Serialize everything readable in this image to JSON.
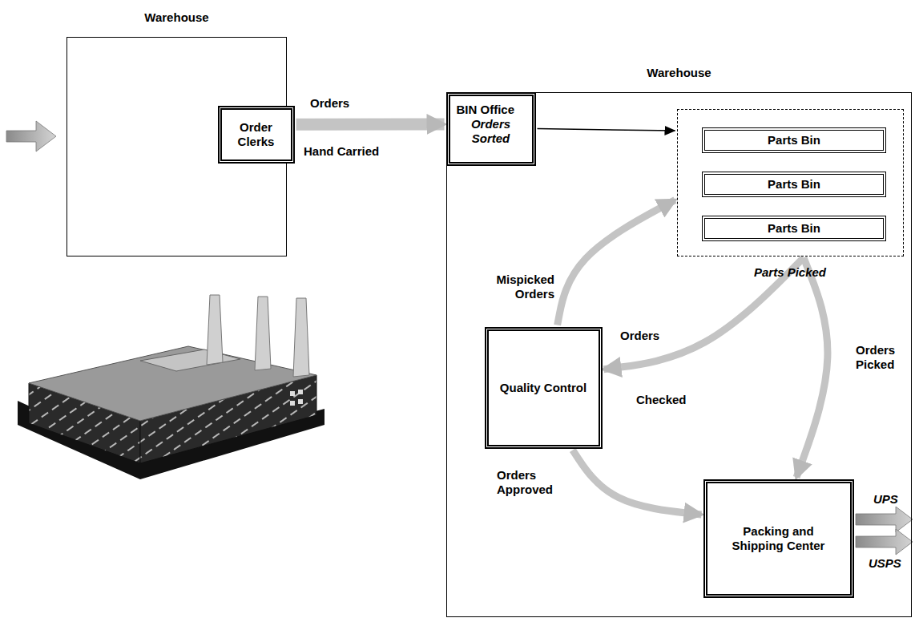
{
  "diagram": {
    "nodes": [
      {
        "text": [
          "Warehouse"
        ]
      },
      {
        "text": [
          "Order Clerks"
        ],
        "in": 0
      },
      {
        "text": [
          "Warehouse"
        ]
      },
      {
        "text": [
          "BIN Office",
          "Orders Sorted"
        ],
        "in": 2
      },
      {
        "text": [
          "Parts Picked"
        ],
        "in": 2
      },
      {
        "text": [
          "Parts Bin"
        ],
        "in": 4
      },
      {
        "text": [
          "Parts Bin"
        ],
        "in": 4
      },
      {
        "text": [
          "Parts Bin"
        ],
        "in": 4
      },
      {
        "text": [
          "Quality Control"
        ],
        "in": 2
      },
      {
        "text": [
          "Packing and Shipping Center"
        ],
        "in": 2
      }
    ],
    "edges": [
      {
        "from": 1,
        "to": 3,
        "label": "Orders",
        "arrow": "to"
      },
      {
        "from": 3,
        "to": 4,
        "arrow": "to"
      },
      {
        "from": 8,
        "to": 4,
        "label": "Mispicked Orders",
        "arrow": "to"
      },
      {
        "from": 4,
        "to": 8,
        "label": "Orders",
        "arrow": "to"
      },
      {
        "from": 4,
        "to": 9,
        "label": "Orders Picked",
        "arrow": "to"
      },
      {
        "from": 8,
        "to": 9,
        "label": "Orders Approved",
        "arrow": "to"
      }
    ],
    "labels": [
      "Hand Carried",
      "Checked",
      "UPS",
      "USPS"
    ]
  }
}
